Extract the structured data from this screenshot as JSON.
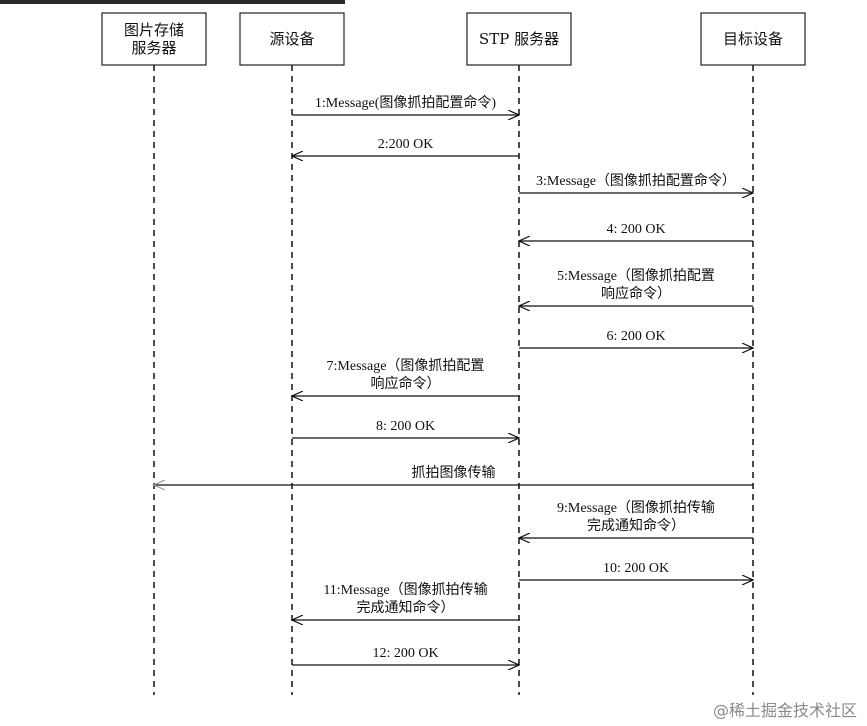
{
  "participants": [
    {
      "label_lines": [
        "图片存储",
        "服务器"
      ]
    },
    {
      "label_lines": [
        "源设备"
      ]
    },
    {
      "label_lines": [
        "STP 服务器"
      ]
    },
    {
      "label_lines": [
        "目标设备"
      ]
    }
  ],
  "messages": [
    {
      "from": 1,
      "to": 2,
      "lines": [
        "1:Message(图像抓拍配置命令)"
      ],
      "color": "#111111"
    },
    {
      "from": 2,
      "to": 1,
      "lines": [
        "2:200 OK"
      ],
      "color": "#111111"
    },
    {
      "from": 2,
      "to": 3,
      "lines": [
        "3:Message（图像抓拍配置命令）"
      ],
      "color": "#111111"
    },
    {
      "from": 3,
      "to": 2,
      "lines": [
        "4: 200   OK"
      ],
      "color": "#111111"
    },
    {
      "from": 3,
      "to": 2,
      "lines": [
        "5:Message（图像抓拍配置",
        "响应命令）"
      ],
      "color": "#111111"
    },
    {
      "from": 2,
      "to": 3,
      "lines": [
        "6: 200   OK"
      ],
      "color": "#111111"
    },
    {
      "from": 2,
      "to": 1,
      "lines": [
        "7:Message（图像抓拍配置",
        "响应命令）"
      ],
      "color": "#111111"
    },
    {
      "from": 1,
      "to": 2,
      "lines": [
        "8: 200   OK"
      ],
      "color": "#111111"
    },
    {
      "from": 3,
      "to": 0,
      "lines": [
        "抓拍图像传输"
      ],
      "color": "#999999"
    },
    {
      "from": 3,
      "to": 2,
      "lines": [
        "9:Message（图像抓拍传输",
        "完成通知命令）"
      ],
      "color": "#111111"
    },
    {
      "from": 2,
      "to": 3,
      "lines": [
        "10: 200   OK"
      ],
      "color": "#111111"
    },
    {
      "from": 2,
      "to": 1,
      "lines": [
        "11:Message（图像抓拍传输",
        "完成通知命令）"
      ],
      "color": "#111111"
    },
    {
      "from": 1,
      "to": 2,
      "lines": [
        "12: 200   OK"
      ],
      "color": "#111111"
    }
  ],
  "watermark": "@稀土掘金技术社区"
}
